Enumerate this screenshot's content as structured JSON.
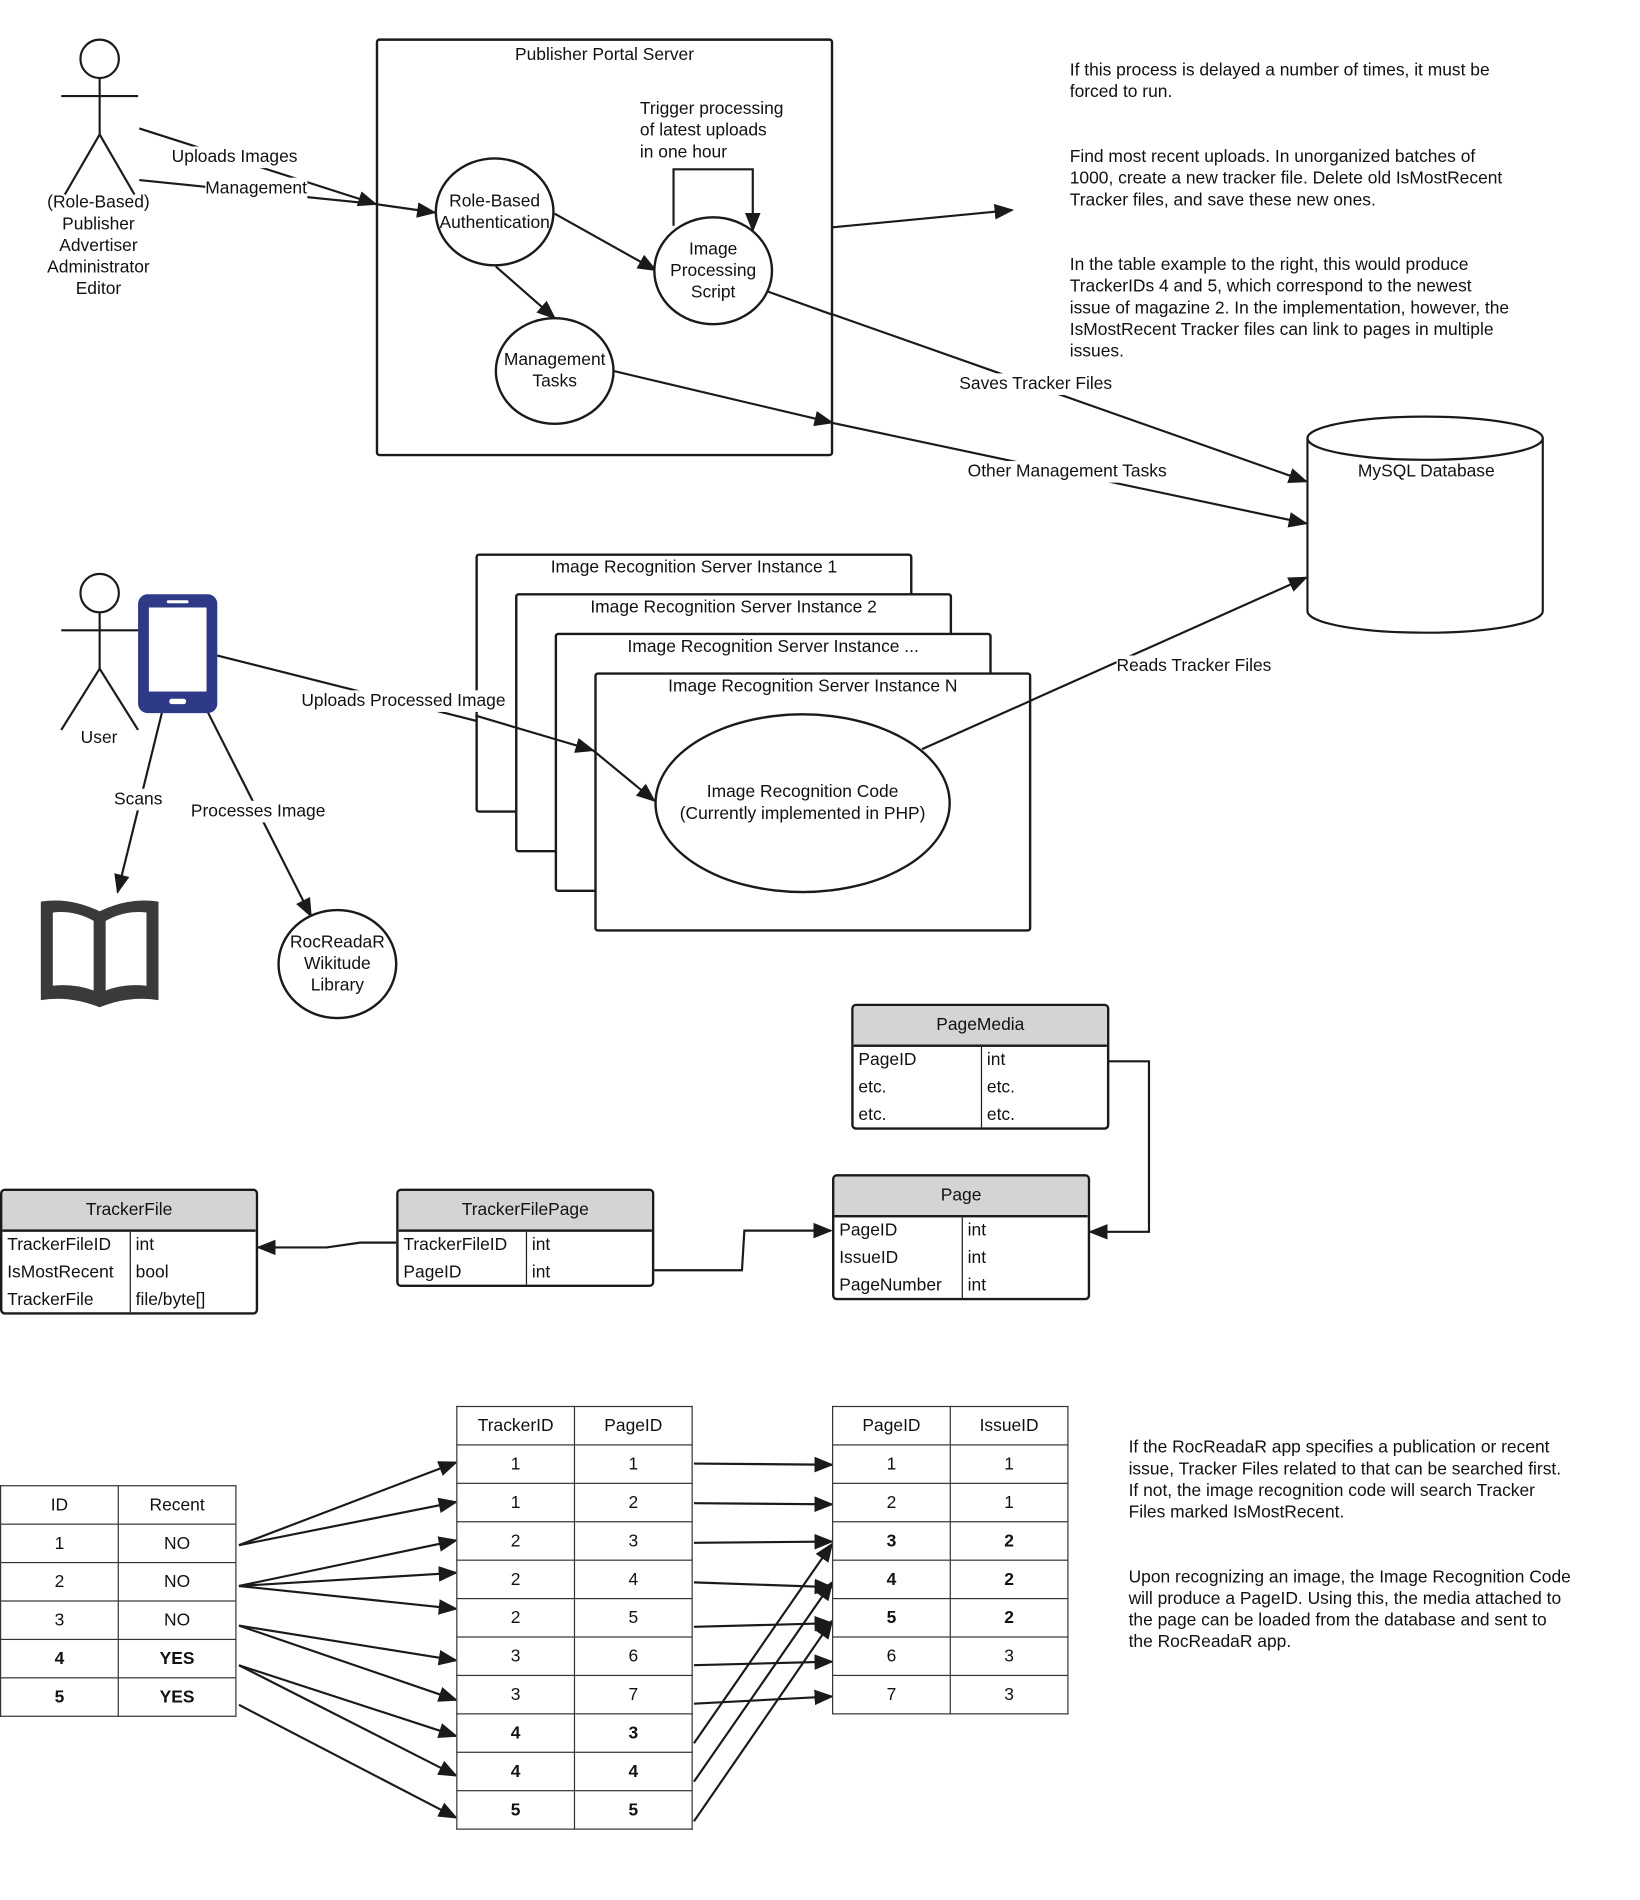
{
  "portal": {
    "title": "Publisher Portal Server",
    "actor_roles": [
      "(Role-Based)",
      "Publisher",
      "Advertiser",
      "Administrator",
      "Editor"
    ],
    "uploads_images_label": "Uploads Images",
    "management_label": "Management",
    "auth_node": [
      "Role-Based",
      "Authentication"
    ],
    "image_script_node": [
      "Image",
      "Processing",
      "Script"
    ],
    "management_node": [
      "Management",
      "Tasks"
    ],
    "trigger_note": [
      "Trigger processing",
      "of latest uploads",
      "in one hour"
    ],
    "saves_label": "Saves Tracker Files",
    "other_mgmt_label": "Other Management Tasks"
  },
  "process_note": {
    "paragraphs": [
      "If this process is delayed a number of times, it must be\nforced to run.",
      "Find most recent uploads. In unorganized batches of\n1000, create a new tracker file. Delete old IsMostRecent\nTracker files, and save these new ones.",
      "In the table example to the right, this would produce\nTrackerIDs 4 and 5, which correspond to the newest\nissue of magazine 2. In the implementation, however, the\nIsMostRecent Tracker files can link to pages in multiple\nissues."
    ]
  },
  "database": {
    "label": "MySQL Database",
    "reads_label": "Reads Tracker Files"
  },
  "recognition": {
    "instances": [
      "Image Recognition Server Instance 1",
      "Image Recognition Server Instance 2",
      "Image Recognition Server Instance ...",
      "Image Recognition Server Instance N"
    ],
    "code_node": [
      "Image Recognition Code",
      "(Currently implemented in PHP)"
    ],
    "uploads_processed_label": "Uploads Processed Image"
  },
  "mobile": {
    "user_label": "User",
    "scans_label": "Scans",
    "processes_label": "Processes Image",
    "library_node": [
      "RocReadaR",
      "Wikitude",
      "Library"
    ],
    "phone_icon": "smartphone-icon",
    "book_icon": "open-book-icon"
  },
  "schema": {
    "page_media": {
      "title": "PageMedia",
      "rows": [
        [
          "PageID",
          "int"
        ],
        [
          "etc.",
          "etc."
        ],
        [
          "etc.",
          "etc."
        ]
      ]
    },
    "tracker_file": {
      "title": "TrackerFile",
      "rows": [
        [
          "TrackerFileID",
          "int"
        ],
        [
          "IsMostRecent",
          "bool"
        ],
        [
          "TrackerFile",
          "file/byte[]"
        ]
      ]
    },
    "tracker_file_page": {
      "title": "TrackerFilePage",
      "rows": [
        [
          "TrackerFileID",
          "int"
        ],
        [
          "PageID",
          "int"
        ]
      ]
    },
    "page": {
      "title": "Page",
      "rows": [
        [
          "PageID",
          "int"
        ],
        [
          "IssueID",
          "int"
        ],
        [
          "PageNumber",
          "int"
        ]
      ]
    }
  },
  "example": {
    "tracker_table": {
      "headers": [
        "ID",
        "Recent"
      ],
      "rows": [
        [
          "1",
          "NO"
        ],
        [
          "2",
          "NO"
        ],
        [
          "3",
          "NO"
        ],
        [
          "4",
          "YES"
        ],
        [
          "5",
          "YES"
        ]
      ],
      "bold_rows": [
        3,
        4
      ]
    },
    "link_table": {
      "headers": [
        "TrackerID",
        "PageID"
      ],
      "rows": [
        [
          "1",
          "1"
        ],
        [
          "1",
          "2"
        ],
        [
          "2",
          "3"
        ],
        [
          "2",
          "4"
        ],
        [
          "2",
          "5"
        ],
        [
          "3",
          "6"
        ],
        [
          "3",
          "7"
        ],
        [
          "4",
          "3"
        ],
        [
          "4",
          "4"
        ],
        [
          "5",
          "5"
        ]
      ],
      "bold_rows": [
        7,
        8,
        9
      ]
    },
    "page_table": {
      "headers": [
        "PageID",
        "IssueID"
      ],
      "rows": [
        [
          "1",
          "1"
        ],
        [
          "2",
          "1"
        ],
        [
          "3",
          "2"
        ],
        [
          "4",
          "2"
        ],
        [
          "5",
          "2"
        ],
        [
          "6",
          "3"
        ],
        [
          "7",
          "3"
        ]
      ],
      "bold_rows": [
        2,
        3,
        4
      ]
    },
    "note": {
      "paragraphs": [
        "If the RocReadaR app specifies a publication or recent\nissue, Tracker Files related to that can be searched first.\nIf not, the image recognition code will search Tracker\nFiles marked IsMostRecent.",
        "Upon recognizing an image, the Image Recognition Code\nwill produce a PageID. Using this, the media attached to\nthe page can be loaded from the database and sent to\nthe RocReadaR app."
      ]
    }
  },
  "colors": {
    "line": "#1a1a1a",
    "phone": "#2e3a87",
    "book": "#3a3a3a",
    "header_fill": "#d4d4d4"
  }
}
